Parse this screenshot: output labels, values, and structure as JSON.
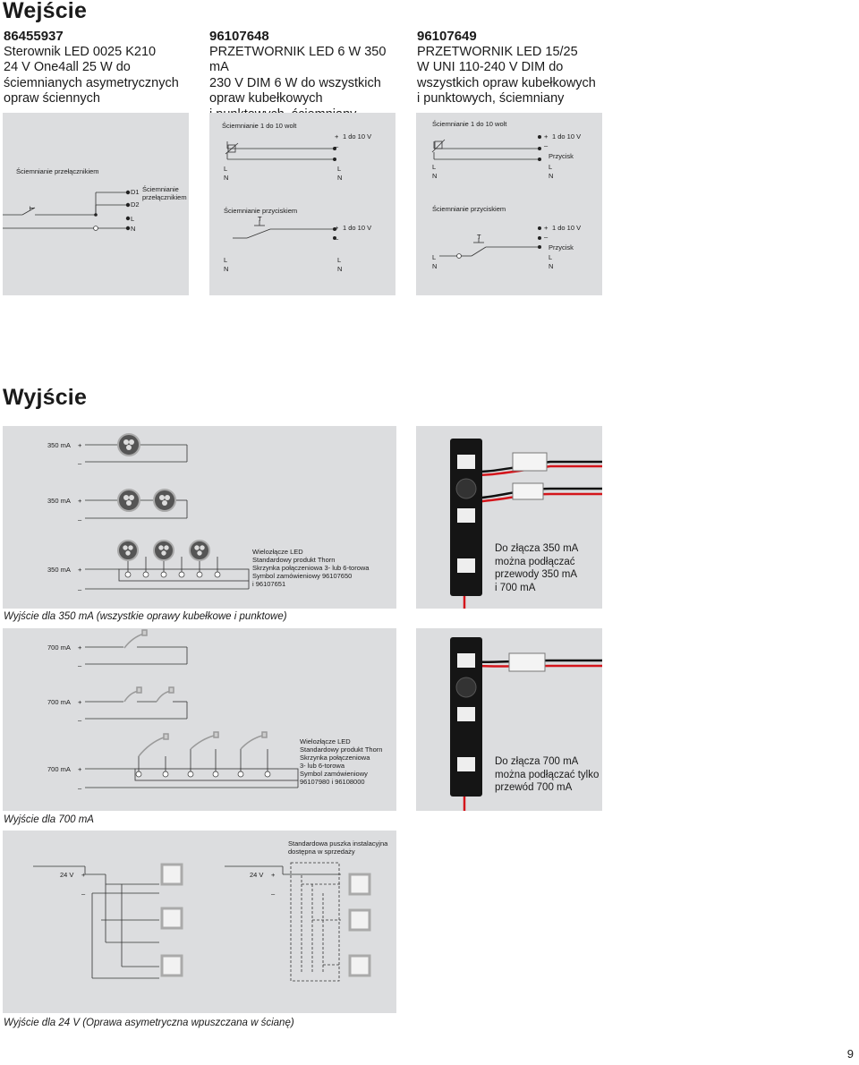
{
  "titles": {
    "input": "Wejście",
    "output": "Wyjście"
  },
  "columns": [
    {
      "number": "86455937",
      "lines": [
        "Sterownik LED 0025 K210",
        "24 V One4all 25 W do",
        "ściemnianych asymetrycznych",
        "opraw ściennych"
      ]
    },
    {
      "number": "96107648",
      "lines": [
        "PRZETWORNIK LED 6 W 350 mA",
        "230 V DIM 6 W do wszystkich",
        "opraw kubełkowych",
        "i punktowych, ściemniany"
      ]
    },
    {
      "number": "96107649",
      "lines": [
        "PRZETWORNIK LED 15/25",
        "W UNI 110-240 V DIM do",
        "wszystkich opraw kubełkowych",
        "i punktowych, ściemniany"
      ]
    }
  ],
  "wiring": {
    "p1": {
      "title": "Ściemnianie przełącznikiem",
      "t": "T",
      "d1": "D1",
      "d2": "D2",
      "side": "Ściemnianie\nprzełącznikiem",
      "l": "L",
      "n": "N"
    },
    "p2": {
      "top": "Ściemnianie 1 do 10 wolt",
      "range1": "1 do 10 V",
      "range2": "1 do 10 V",
      "plus": "+",
      "minus": "–",
      "push": "Ściemnianie przyciskiem",
      "t": "T",
      "l": "L",
      "n": "N"
    },
    "p3": {
      "top": "Ściemnianie 1 do 10 wolt",
      "range1": "1 do 10 V",
      "range2": "1 do 10 V",
      "plus": "+",
      "minus": "–",
      "btn1": "Przycisk",
      "btn2": "Przycisk",
      "push": "Ściemnianie przyciskiem",
      "t": "T",
      "l": "L",
      "n": "N"
    }
  },
  "out350": {
    "label": "350 mA",
    "plus": "+",
    "minus": "–",
    "note": [
      "Wielozłącze LED",
      "Standardowy produkt Thorn",
      "Skrzynka połączeniowa 3- lub 6-torowa",
      "Symbol zamówieniowy 96107650",
      "i 96107651"
    ],
    "connector_note": [
      "Do złącza 350 mA",
      "można podłączać",
      "przewody 350 mA",
      "i 700 mA"
    ],
    "caption": "Wyjście dla 350 mA (wszystkie oprawy kubełkowe i punktowe)"
  },
  "out700": {
    "label": "700 mA",
    "plus": "+",
    "minus": "–",
    "note": [
      "Wielozłącze LED",
      "Standardowy produkt Thorn",
      "Skrzynka połączeniowa",
      "3- lub 6-torowa",
      "Symbol zamówieniowy",
      "96107980 i 96108000"
    ],
    "connector_note": [
      "Do złącza 700 mA",
      "można podłączać tylko",
      "przewód 700 mA"
    ],
    "caption": "Wyjście dla 700 mA"
  },
  "out24": {
    "label": "24 V",
    "plus": "+",
    "minus": "–",
    "note": [
      "Standardowa puszka instalacyjna",
      "dostępna w sprzedaży"
    ],
    "caption": "Wyjście dla 24 V (Oprawa asymetryczna wpuszczana w ścianę)"
  },
  "page_number": "9",
  "colors": {
    "panel": "#dcdddf",
    "wire_red": "#d4151b",
    "wire_black": "#111111",
    "device": "#151515"
  }
}
